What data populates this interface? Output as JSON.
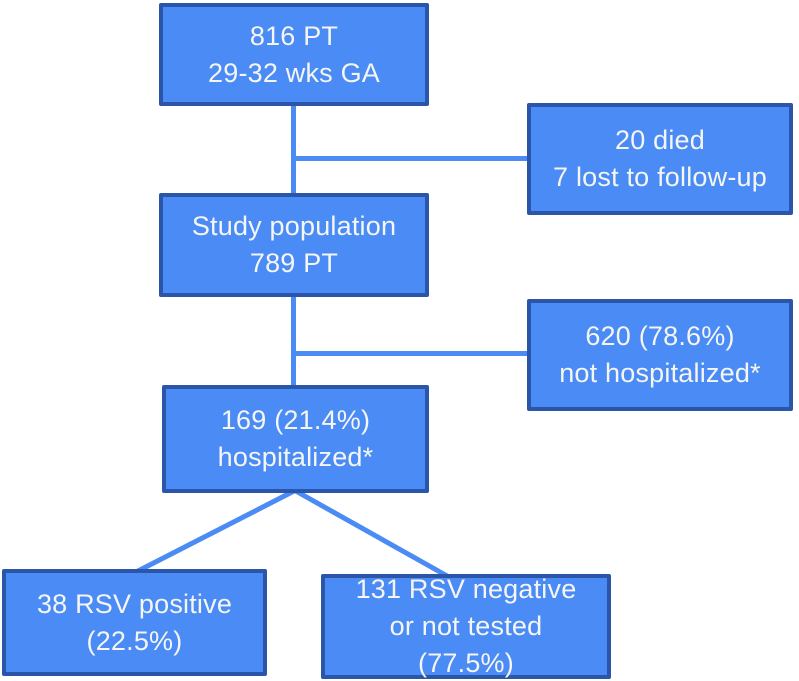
{
  "diagram": {
    "type": "flowchart",
    "boxes": [
      {
        "id": "total-cohort",
        "lines": [
          "816 PT",
          "29-32 wks GA"
        ]
      },
      {
        "id": "died-lost-followup",
        "lines": [
          "20 died",
          "7 lost to follow-up"
        ]
      },
      {
        "id": "study-population",
        "lines": [
          "Study population",
          "789 PT"
        ]
      },
      {
        "id": "not-hospitalized",
        "lines": [
          "620 (78.6%)",
          "not hospitalized*"
        ]
      },
      {
        "id": "hospitalized",
        "lines": [
          "169 (21.4%)",
          "hospitalized*"
        ]
      },
      {
        "id": "rsv-positive",
        "lines": [
          "38 RSV positive",
          "(22.5%)"
        ]
      },
      {
        "id": "rsv-negative",
        "lines": [
          "131 RSV negative",
          "or not tested",
          "(77.5%)"
        ]
      }
    ],
    "colors": {
      "box_fill": "#4a8bf5",
      "box_border": "#2a55a8",
      "connector": "#4a8cf3",
      "text": "#f5f6f2",
      "background": "#ffffff"
    }
  }
}
